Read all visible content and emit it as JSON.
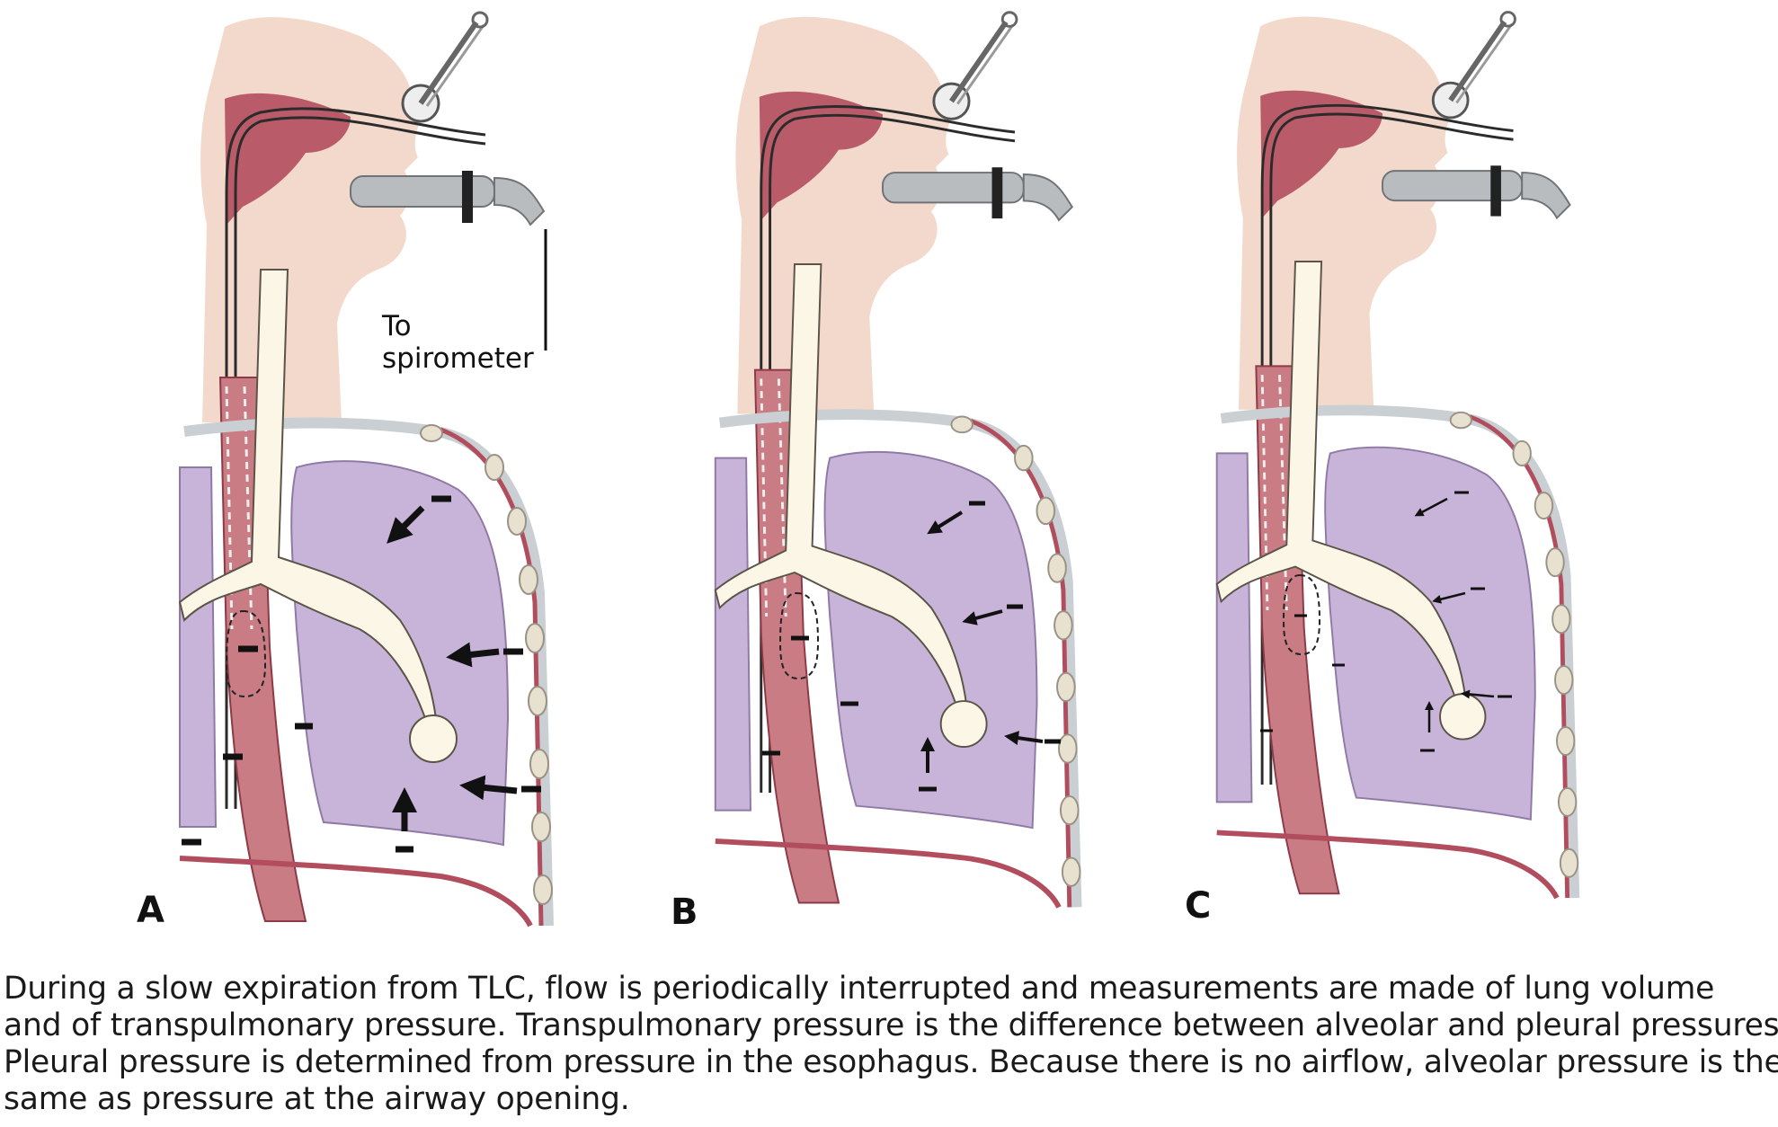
{
  "labels": {
    "to_spirometer_line1": "To",
    "to_spirometer_line2": "spirometer"
  },
  "panels": [
    {
      "letter": "A",
      "size": "large"
    },
    {
      "letter": "B",
      "size": "medium"
    },
    {
      "letter": "C",
      "size": "small"
    }
  ],
  "caption": {
    "lines": [
      "During a slow expiration from TLC, flow is periodically interrupted and measurements are made of lung volume",
      "and of transpulmonary pressure. Transpulmonary pressure is the difference between alveolar and pleural pressures.",
      "Pleural pressure is determined from pressure in the esophagus. Because there is no airflow, alveolar pressure is the",
      "same as pressure at the airway opening."
    ]
  },
  "colors": {
    "skin": "#f3d9cc",
    "lung": "#c9b4d9",
    "airway": "#fbf6e6",
    "muscle": "#c97c84",
    "tissue": "#b24d5e",
    "tube": "#b9bcbf"
  }
}
